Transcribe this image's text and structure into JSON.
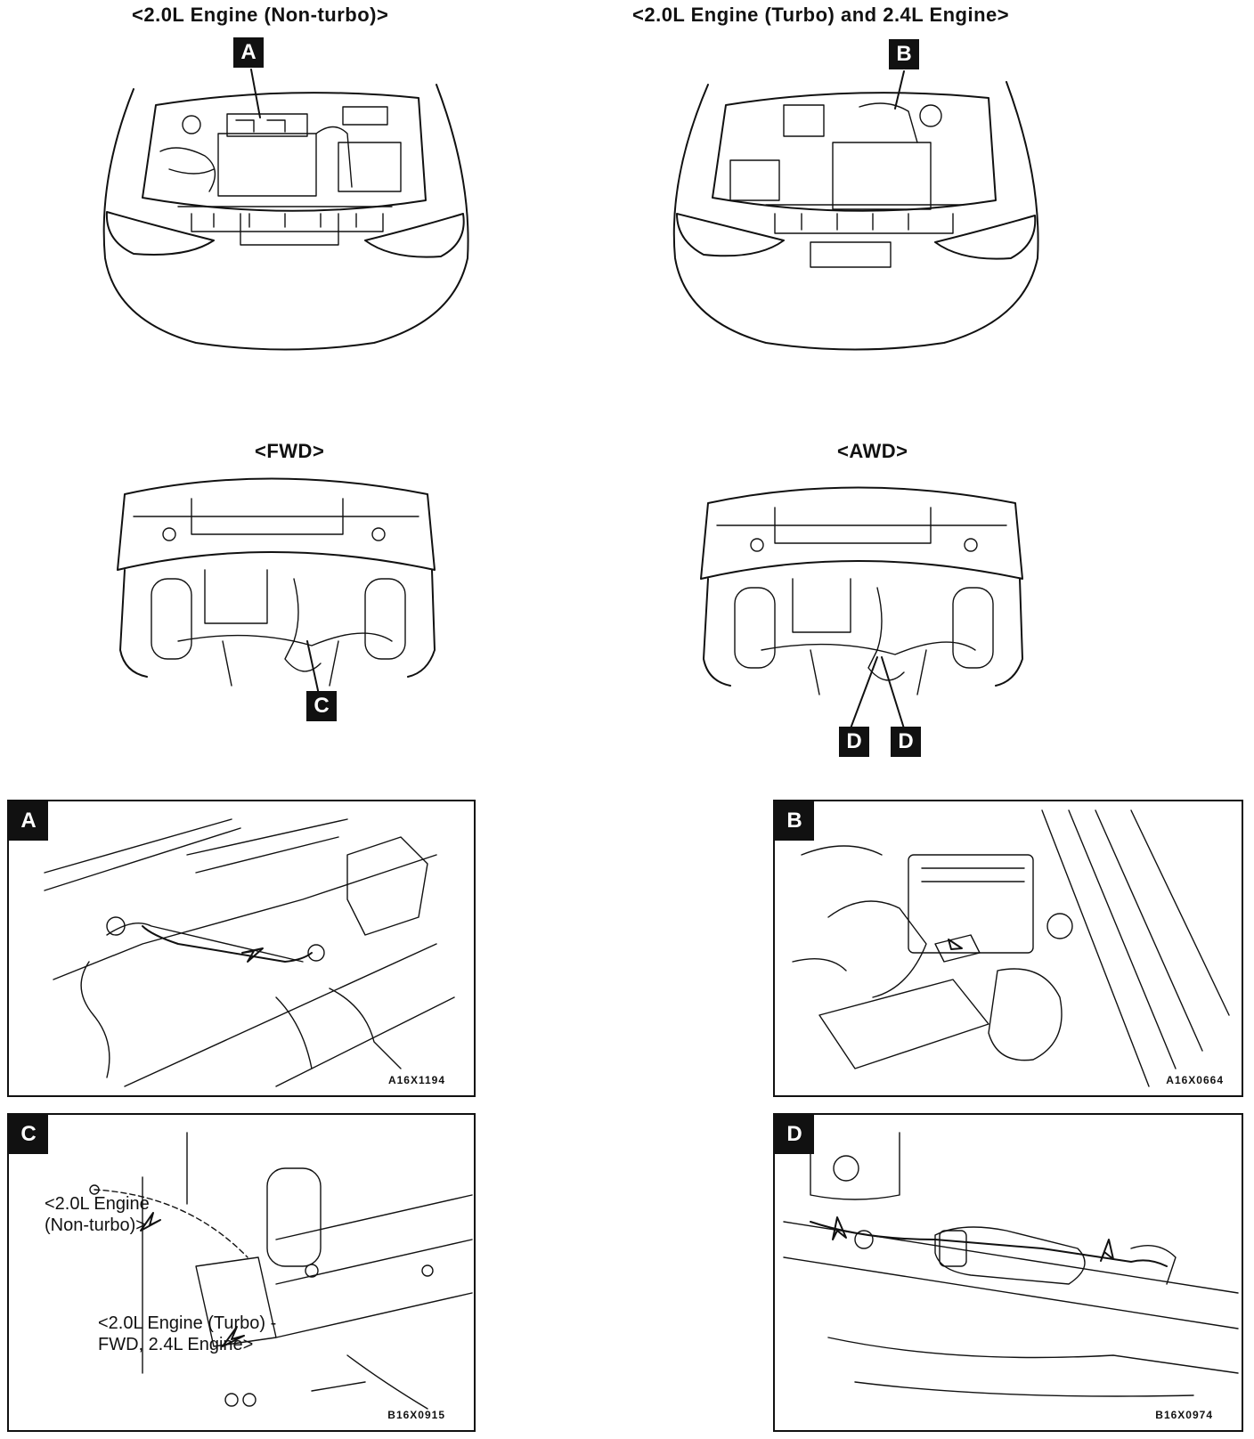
{
  "views": {
    "engine_nonturbo_title": "<2.0L Engine (Non-turbo)>",
    "engine_turbo_title": "<2.0L Engine (Turbo) and 2.4L Engine>",
    "fwd_title": "<FWD>",
    "awd_title": "<AWD>"
  },
  "tags": {
    "a": "A",
    "b": "B",
    "c": "C",
    "d1": "D",
    "d2": "D"
  },
  "panels": {
    "a": {
      "tag": "A",
      "code": "A16X1194"
    },
    "b": {
      "tag": "B",
      "code": "A16X0664"
    },
    "c": {
      "tag": "C",
      "code": "B16X0915",
      "callout_nonturbo_line1": "<2.0L Engine",
      "callout_nonturbo_line2": "(Non-turbo)>",
      "callout_turbo_line1": "<2.0L Engine (Turbo) -",
      "callout_turbo_line2": "FWD, 2.4L Engine>"
    },
    "d": {
      "tag": "D",
      "code": "B16X0974"
    }
  }
}
